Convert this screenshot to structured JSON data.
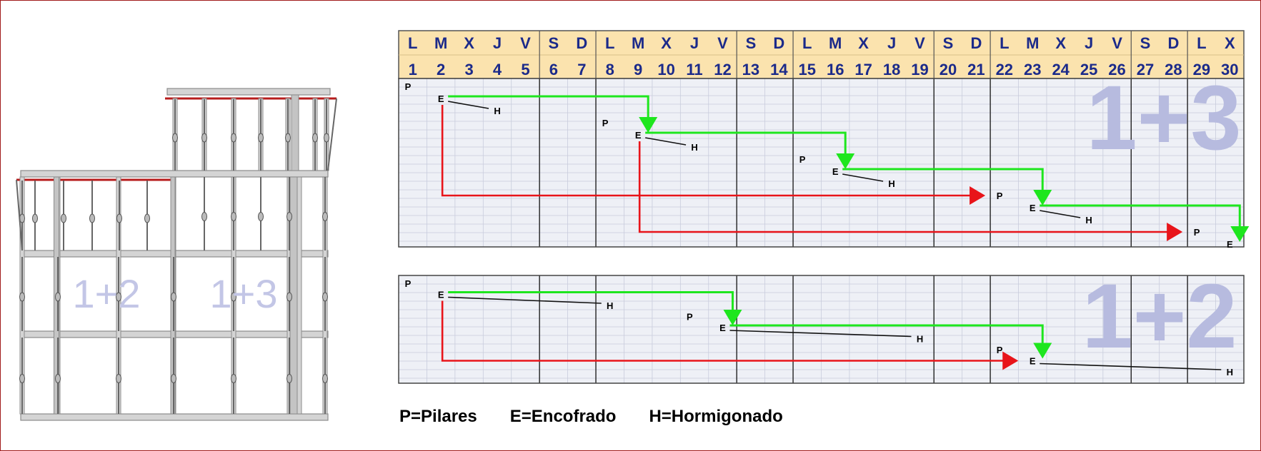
{
  "colors": {
    "border": "#a11a1a",
    "header_bg": "#fbe3ae",
    "header_text": "#1b2a8a",
    "grid_bg": "#eef0f6",
    "grid_line": "#c8ccdc",
    "week_line": "#222222",
    "big_label": "#b7bbdf",
    "building_label": "#c3c6e6",
    "green_arrow": "#1ee61e",
    "red_arrow": "#e8141a",
    "building_grey": "#8c8c8c",
    "building_light": "#d4d4d4",
    "building_red": "#b71c1c"
  },
  "calendar": {
    "day_letters": [
      "L",
      "M",
      "X",
      "J",
      "V",
      "S",
      "D",
      "L",
      "M",
      "X",
      "J",
      "V",
      "S",
      "D",
      "L",
      "M",
      "X",
      "J",
      "V",
      "S",
      "D",
      "L",
      "M",
      "X",
      "J",
      "V",
      "S",
      "D",
      "L",
      "X"
    ],
    "day_numbers": [
      "1",
      "2",
      "3",
      "4",
      "5",
      "6",
      "7",
      "8",
      "9",
      "10",
      "11",
      "12",
      "13",
      "14",
      "15",
      "16",
      "17",
      "18",
      "19",
      "20",
      "21",
      "22",
      "23",
      "24",
      "25",
      "26",
      "27",
      "28",
      "29",
      "30"
    ],
    "week_boundaries_after_day": [
      5,
      7,
      12,
      14,
      19,
      21,
      26,
      28
    ]
  },
  "panels": [
    {
      "label": "1+3",
      "events": [
        {
          "text": "P",
          "day": 1,
          "row": 0
        },
        {
          "text": "E",
          "day": 2,
          "row": 1
        },
        {
          "text": "H",
          "day": 4,
          "row": 2
        },
        {
          "text": "P",
          "day": 8,
          "row": 3
        },
        {
          "text": "E",
          "day": 9,
          "row": 4
        },
        {
          "text": "H",
          "day": 11,
          "row": 5
        },
        {
          "text": "P",
          "day": 15,
          "row": 6
        },
        {
          "text": "E",
          "day": 16,
          "row": 7
        },
        {
          "text": "H",
          "day": 18,
          "row": 8
        },
        {
          "text": "P",
          "day": 22,
          "row": 9
        },
        {
          "text": "E",
          "day": 23,
          "row": 10
        },
        {
          "text": "H",
          "day": 25,
          "row": 11
        },
        {
          "text": "P",
          "day": 29,
          "row": 12
        },
        {
          "text": "E",
          "day": 30,
          "row": 13
        }
      ],
      "links": [
        {
          "type": "pour",
          "from": 1,
          "to": 2
        },
        {
          "type": "pour",
          "from": 4,
          "to": 5
        },
        {
          "type": "pour",
          "from": 7,
          "to": 8
        },
        {
          "type": "pour",
          "from": 10,
          "to": 11
        },
        {
          "type": "green",
          "from": 1,
          "to": 4
        },
        {
          "type": "green",
          "from": 4,
          "to": 7
        },
        {
          "type": "green",
          "from": 7,
          "to": 10
        },
        {
          "type": "green",
          "from": 10,
          "to": 13
        },
        {
          "type": "red",
          "from": 1,
          "to": 9
        },
        {
          "type": "red",
          "from": 4,
          "to": 12
        }
      ]
    },
    {
      "label": "1+2",
      "events": [
        {
          "text": "P",
          "day": 1,
          "row": 0
        },
        {
          "text": "E",
          "day": 2,
          "row": 1
        },
        {
          "text": "H",
          "day": 8,
          "row": 2
        },
        {
          "text": "P",
          "day": 11,
          "row": 3
        },
        {
          "text": "E",
          "day": 12,
          "row": 4
        },
        {
          "text": "H",
          "day": 19,
          "row": 5
        },
        {
          "text": "P",
          "day": 22,
          "row": 6
        },
        {
          "text": "E",
          "day": 23,
          "row": 7
        },
        {
          "text": "H",
          "day": 30,
          "row": 8
        }
      ],
      "links": [
        {
          "type": "pour",
          "from": 1,
          "to": 2
        },
        {
          "type": "pour",
          "from": 4,
          "to": 5
        },
        {
          "type": "pour",
          "from": 7,
          "to": 8
        },
        {
          "type": "green",
          "from": 1,
          "to": 4
        },
        {
          "type": "green",
          "from": 4,
          "to": 7
        },
        {
          "type": "red",
          "from": 1,
          "to": 7
        }
      ]
    }
  ],
  "building": {
    "labels": [
      "1+2",
      "1+3"
    ]
  },
  "legend": {
    "p": "P=Pilares",
    "e": "E=Encofrado",
    "h": "H=Hormigonado"
  }
}
